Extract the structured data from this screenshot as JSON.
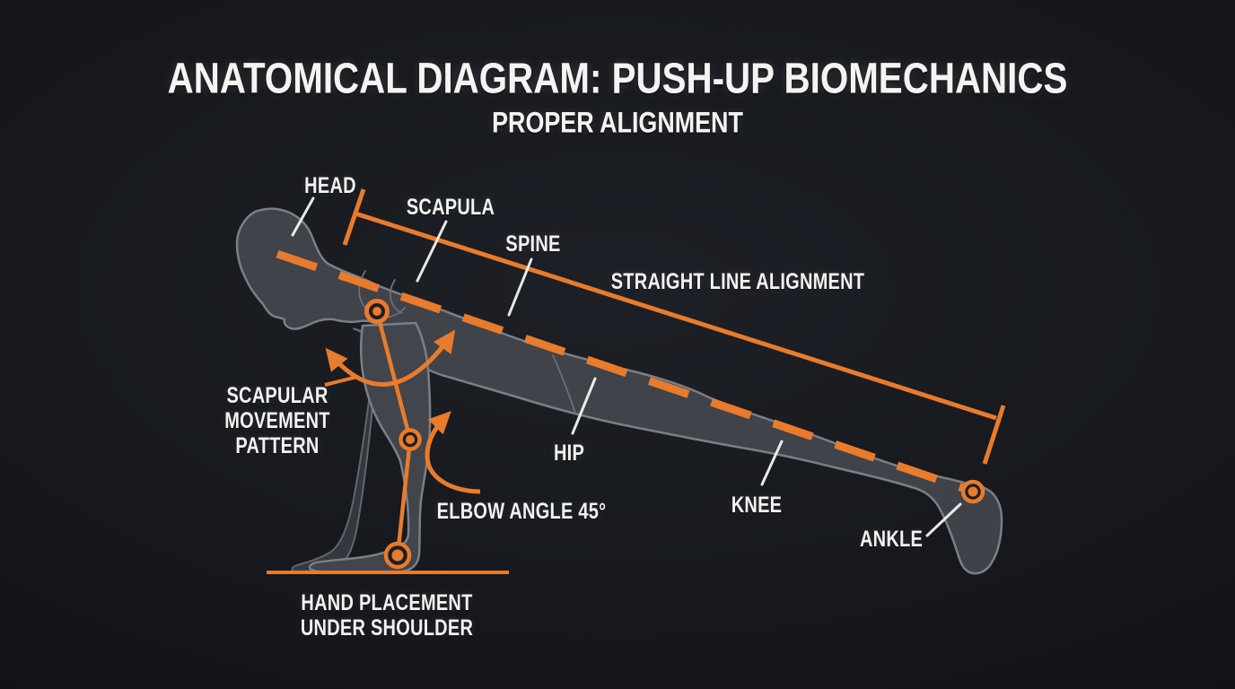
{
  "title": "ANATOMICAL DIAGRAM: PUSH-UP BIOMECHANICS",
  "subtitle": "PROPER ALIGNMENT",
  "labels": {
    "head": "HEAD",
    "scapula": "SCAPULA",
    "spine": "SPINE",
    "straight_line_alignment": "STRAIGHT LINE ALIGNMENT",
    "scapular_movement": {
      "line1": "SCAPULAR",
      "line2": "MOVEMENT",
      "line3": "PATTERN"
    },
    "hip": "HIP",
    "elbow_angle": "ELBOW ANGLE 45°",
    "knee": "KNEE",
    "ankle": "ANKLE",
    "hand_placement": {
      "line1": "HAND PLACEMENT",
      "line2": "UNDER SHOULDER"
    }
  },
  "colors": {
    "background": "#16181D",
    "accent_orange": "#E87B2C",
    "label_text": "#F2F2F0",
    "silhouette_fill": "#42454B",
    "silhouette_outline": "#7A7F87"
  }
}
